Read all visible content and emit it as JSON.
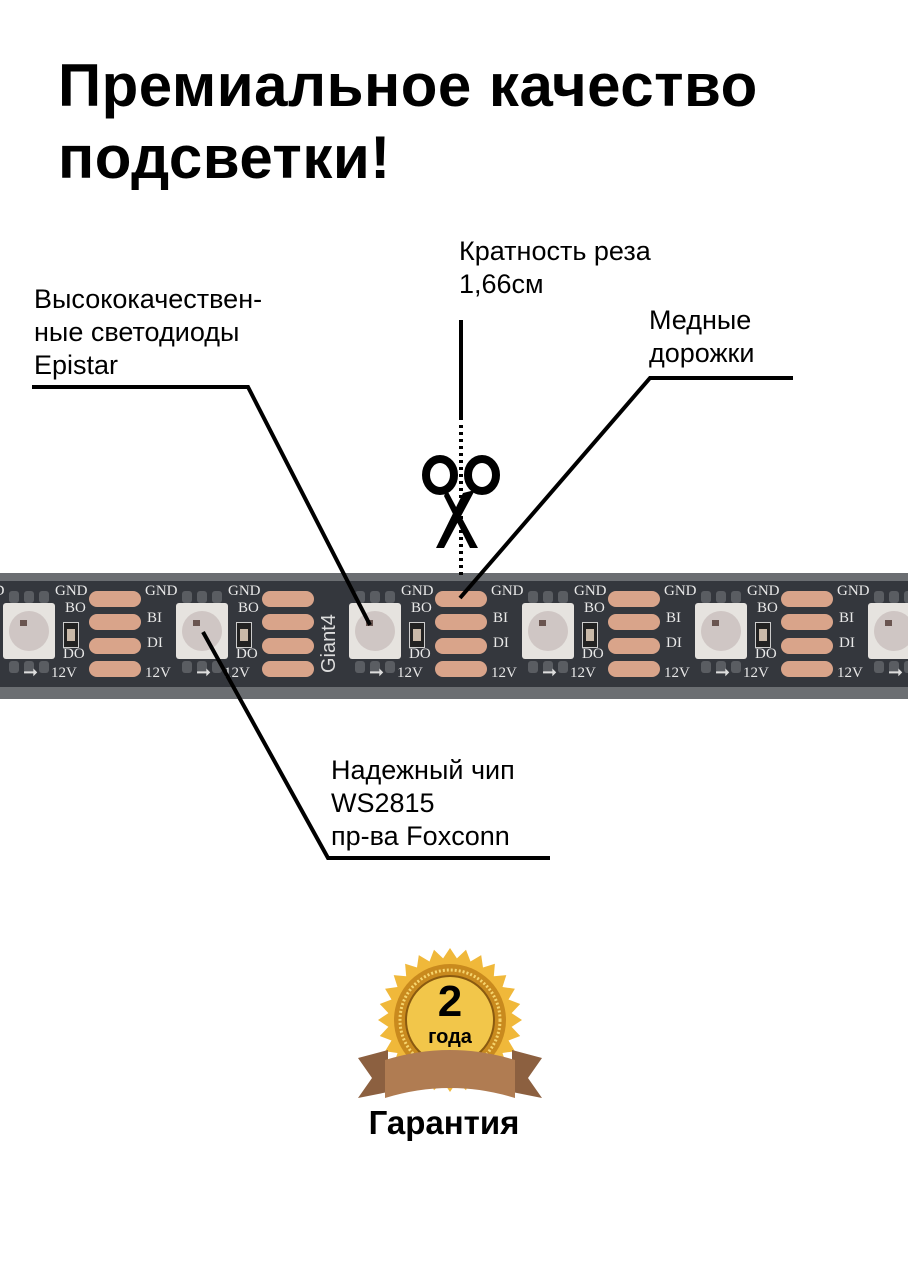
{
  "title": {
    "line1": "Премиальное качество",
    "line2": "подсветки!"
  },
  "callouts": {
    "cut": {
      "line1": "Кратность реза",
      "line2": "1,66см"
    },
    "leds": {
      "line1": "Высококачествен-",
      "line2": "ные светодиоды",
      "line3": "Epistar"
    },
    "copper": {
      "line1": "Медные",
      "line2": "дорожки"
    },
    "chip": {
      "line1": "Надежный чип",
      "line2": "WS2815",
      "line3": "пр-ва Foxconn"
    }
  },
  "strip": {
    "pad_labels": {
      "gnd": "GND",
      "bo": "BO",
      "bi": "BI",
      "di": "DI",
      "do": "DO",
      "v12": "12V"
    },
    "marking": "Giant4",
    "colors": {
      "pcb": "#34373d",
      "copper": "#d9a48a",
      "silicone": "#6b6e72"
    }
  },
  "badge": {
    "number": "2",
    "unit": "года",
    "caption": "Гарантия",
    "colors": {
      "gold": "#e8a72a",
      "ribbon": "#a9764f"
    }
  },
  "icons": {
    "cut": "scissors-icon"
  }
}
